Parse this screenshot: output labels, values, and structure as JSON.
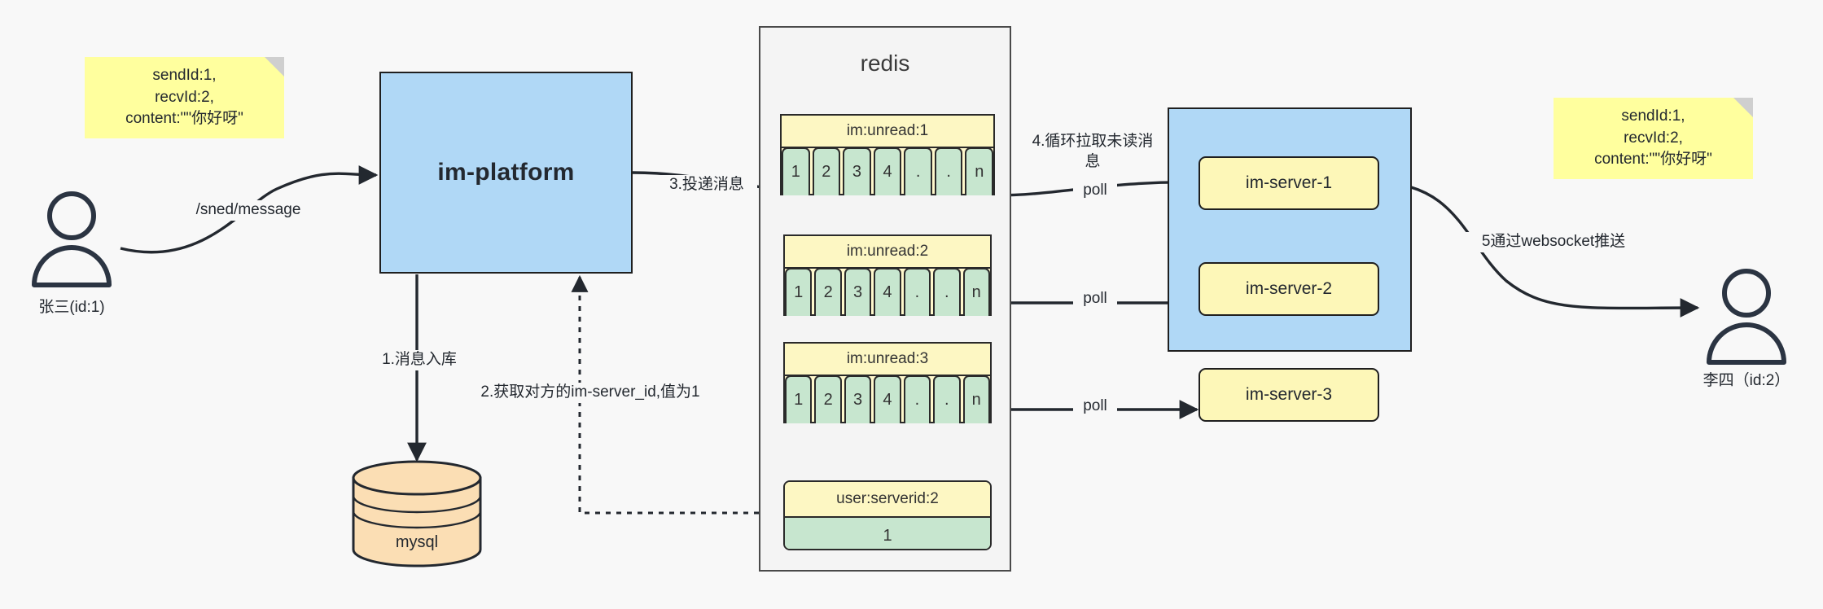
{
  "diagram": {
    "title": "IM message delivery architecture",
    "background": "#f8f8f8",
    "colors": {
      "note_yellow": "#ffff9e",
      "box_blue": "#b0d8f6",
      "key_yellow": "#fdf7c3",
      "cell_green": "#c7e6cf",
      "chip_yellow": "#fdf7b8",
      "redis_gray": "#f4f4f4",
      "mysql_orange": "#fbdeb4",
      "stroke": "#23282f"
    }
  },
  "notes": {
    "left": "sendId:1,\nrecvId:2,\ncontent:\"\"你好呀\"",
    "right": "sendId:1,\nrecvId:2,\ncontent:\"\"你好呀\""
  },
  "actors": {
    "sender": {
      "label": "张三(id:1)",
      "icon": "person-icon"
    },
    "receiver": {
      "label": "李四（id:2）",
      "icon": "person-icon"
    }
  },
  "nodes": {
    "platform": "im-platform",
    "mysql": "mysql",
    "redis_title": "redis"
  },
  "redis_keys": [
    {
      "name": "im:unread:1",
      "cells": [
        "1",
        "2",
        "3",
        "4",
        ".",
        ".",
        "n"
      ]
    },
    {
      "name": "im:unread:2",
      "cells": [
        "1",
        "2",
        "3",
        "4",
        ".",
        ".",
        "n"
      ]
    },
    {
      "name": "im:unread:3",
      "cells": [
        "1",
        "2",
        "3",
        "4",
        ".",
        ".",
        "n"
      ]
    }
  ],
  "redis_value_key": {
    "name": "user:serverid:2",
    "value": "1"
  },
  "servers": [
    {
      "label": "im-server-1"
    },
    {
      "label": "im-server-2"
    },
    {
      "label": "im-server-3"
    }
  ],
  "edges": {
    "send_message": "/sned/message",
    "step1": "1.消息入库",
    "step2": "2.获取对方的im-server_id,值为1",
    "step3": "3.投递消息",
    "step4": "4.循环拉取未读消\n息",
    "poll1": "poll",
    "poll2": "poll",
    "poll3": "poll",
    "step5": "5通过websocket推送"
  }
}
